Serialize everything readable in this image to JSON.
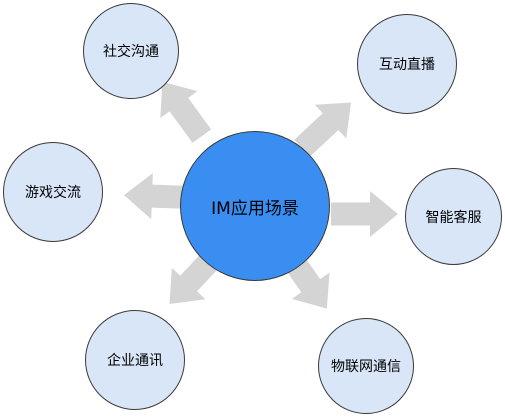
{
  "center": {
    "label": "IM应用场景",
    "fill": "#3a8ef2"
  },
  "nodes": [
    {
      "id": "social",
      "label": "社交沟通"
    },
    {
      "id": "live",
      "label": "互动直播"
    },
    {
      "id": "game",
      "label": "游戏交流"
    },
    {
      "id": "service",
      "label": "智能客服"
    },
    {
      "id": "enterprise",
      "label": "企业通讯"
    },
    {
      "id": "iot",
      "label": "物联网通信"
    }
  ],
  "colors": {
    "node_fill": "#d9e6f8",
    "outline": "#3a3a3a",
    "arrow": "#d4d4d4"
  }
}
